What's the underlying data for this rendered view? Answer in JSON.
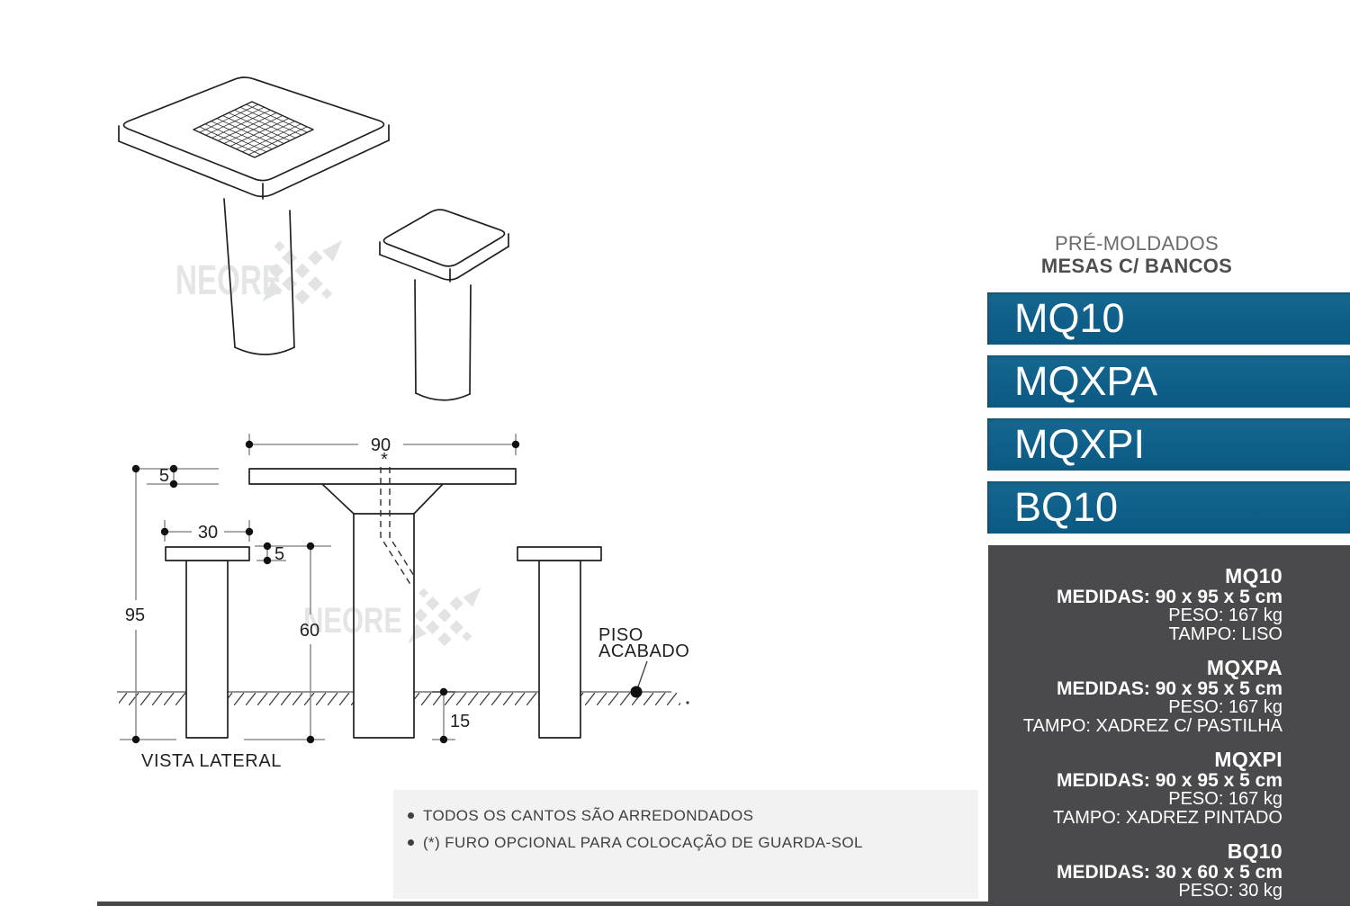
{
  "header": {
    "line1": "PRÉ-MOLDADOS",
    "line2": "MESAS C/ BANCOS"
  },
  "products": [
    {
      "code": "MQ10",
      "medidas": "MEDIDAS: 90 x 95 x 5 cm",
      "peso": "PESO: 167 kg",
      "tampo": "TAMPO: LISO"
    },
    {
      "code": "MQXPA",
      "medidas": "MEDIDAS: 90 x 95 x 5 cm",
      "peso": "PESO: 167 kg",
      "tampo": "TAMPO: XADREZ C/ PASTILHA"
    },
    {
      "code": "MQXPI",
      "medidas": "MEDIDAS: 90 x 95 x 5 cm",
      "peso": "PESO: 167 kg",
      "tampo": "TAMPO: XADREZ PINTADO"
    },
    {
      "code": "BQ10",
      "medidas": "MEDIDAS: 30 x 60 x 5 cm",
      "peso": "PESO: 30 kg"
    }
  ],
  "drawing": {
    "dims": {
      "table_width": "90",
      "table_top_thickness": "5",
      "bench_width": "30",
      "bench_top_thickness": "5",
      "total_height": "95",
      "bench_height": "60",
      "buried_depth": "15",
      "asterisk": "*"
    },
    "labels": {
      "piso_line1": "PISO",
      "piso_line2": "ACABADO",
      "view": "VISTA LATERAL"
    }
  },
  "watermark": {
    "text": "NEORE"
  },
  "notes": {
    "items": [
      "TODOS OS CANTOS SÃO ARREDONDADOS",
      "(*) FURO OPCIONAL PARA COLOCAÇÃO DE GUARDA-SOL"
    ]
  },
  "colors": {
    "accent_blue": "#0e5f8a",
    "panel_dark": "#4a4a4c",
    "notes_bg": "#f2f2f3",
    "header_gray": "#4d4e50",
    "watermark_gray": "#e4e5e7",
    "ink": "#231f20"
  }
}
